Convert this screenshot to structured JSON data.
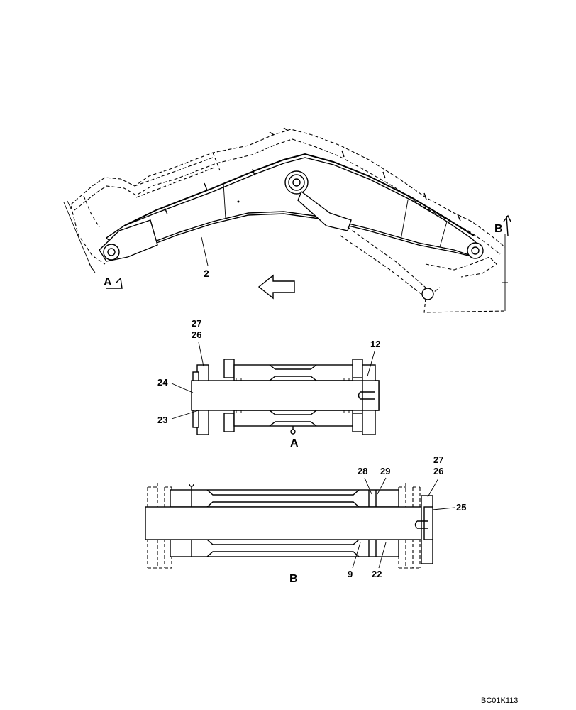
{
  "drawing": {
    "main_view": {
      "callouts": {
        "boom": "2"
      },
      "view_markers": {
        "a": "A",
        "b": "B"
      },
      "direction_arrow": "left-arrow"
    },
    "view_a": {
      "title": "A",
      "callouts": {
        "c27": "27",
        "c26": "26",
        "c12": "12",
        "c24": "24",
        "c23": "23"
      }
    },
    "view_b": {
      "title": "B",
      "callouts": {
        "c28": "28",
        "c29": "29",
        "c27": "27",
        "c26": "26",
        "c25": "25",
        "c9": "9",
        "c22": "22"
      }
    },
    "reference_code": "BC01K113"
  }
}
